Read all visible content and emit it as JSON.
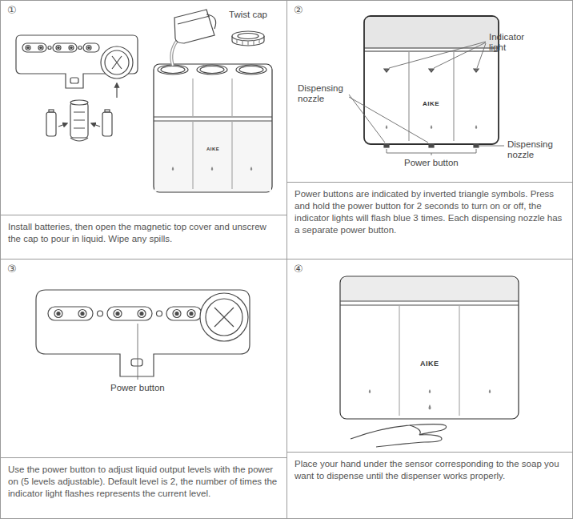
{
  "diagram": {
    "nodes": [
      {
        "text": [
          "①",
          "Install batteries, then open the magnetic top cover and unscrew the cap to pour in liquid. Wipe any spills."
        ]
      },
      {
        "text": [
          "②",
          "Power buttons are indicated by inverted triangle symbols. Press and hold the power button for 2 seconds to turn on or off, the indicator lights will flash blue 3 times. Each dispensing nozzle has a separate power button."
        ]
      },
      {
        "text": [
          "③",
          "Use the power button to adjust liquid output levels with the power on (5 levels adjustable). Default level is 2, the number of times the indicator light flashes represents the current level."
        ]
      },
      {
        "text": [
          "④",
          "Place your hand under the sensor corresponding to the soap you want to dispense until the dispenser works properly."
        ]
      }
    ],
    "labels": [
      "Twist cap",
      "AIKE",
      "Indicator light",
      "Dispensing nozzle",
      "AIKE",
      "Dispensing nozzle",
      "Power button",
      "Power button",
      "AIKE"
    ]
  }
}
